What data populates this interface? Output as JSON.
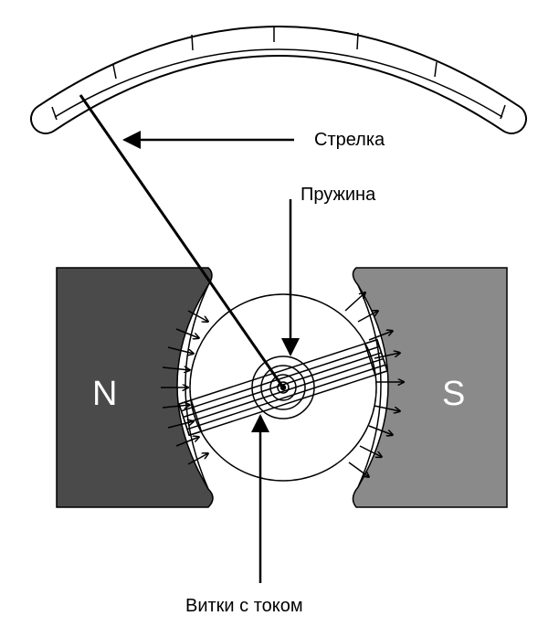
{
  "labels": {
    "needle": "Стрелка",
    "spring": "Пружина",
    "coils": "Витки с током"
  },
  "poles": {
    "north": "N",
    "south": "S"
  },
  "colors": {
    "north_magnet": "#4a4a4a",
    "south_magnet": "#8a8a8a",
    "line": "#000000",
    "background": "#ffffff"
  }
}
